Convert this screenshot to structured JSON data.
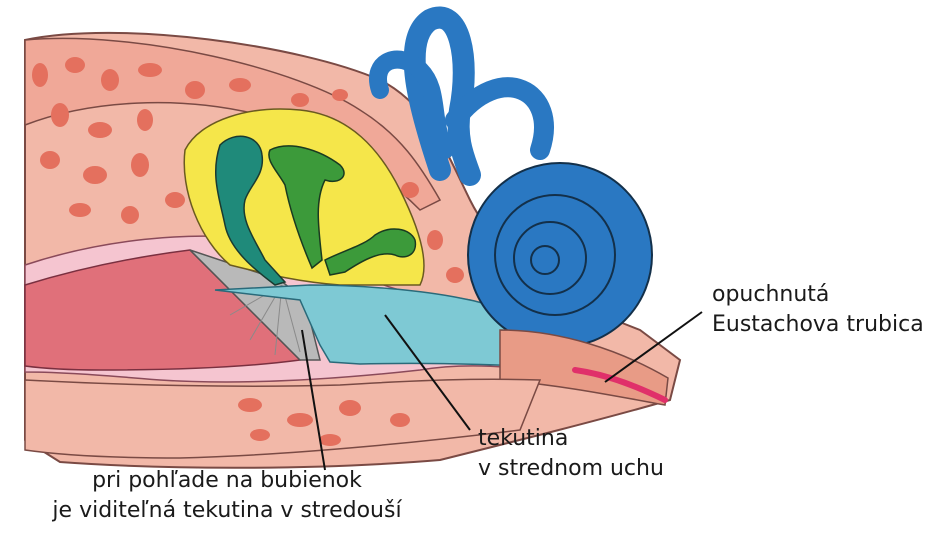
{
  "labels": {
    "eustachian": {
      "line1": "opuchnutá",
      "line2": "Eustachova trubica"
    },
    "fluid": {
      "line1": "tekutina",
      "line2": "v strednom uchu"
    },
    "eardrum": {
      "line1": "pri pohľade na bubienok",
      "line2": "je viditeľná tekutina v stredouší"
    }
  },
  "colors": {
    "skin": "#f2b8a8",
    "muscle": "#e98a7c",
    "bone_pink": "#f3c6c8",
    "ear_canal": "#e0707a",
    "middle_ear_air": "#f5e64a",
    "ossicle_teal": "#1f8a7a",
    "ossicle_green": "#3c9a3a",
    "inner_ear": "#2a78c2",
    "fluid": "#7ec9d4",
    "eardrum": "#b9b9b9",
    "tube_red": "#e0306a",
    "outline": "#5a3a3a"
  }
}
